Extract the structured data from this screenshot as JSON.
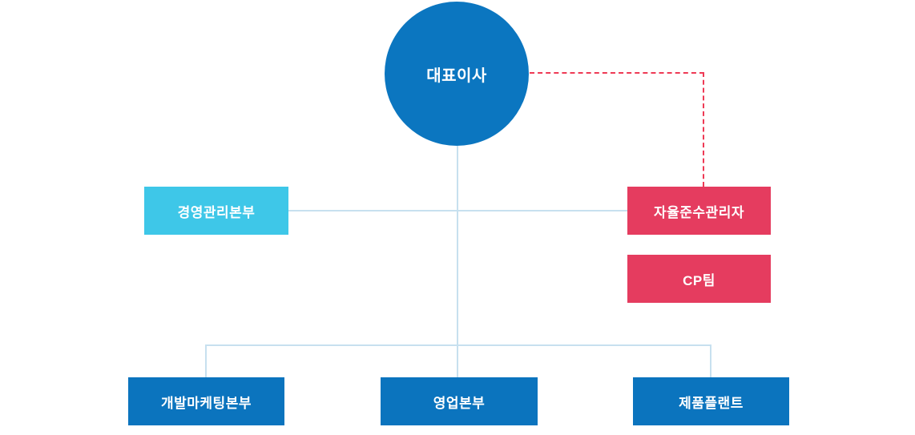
{
  "page": {
    "background": "#ffffff",
    "description": "Company organization chart"
  },
  "org_chart": {
    "root": {
      "label": "대표이사",
      "shape": "circle",
      "color": "#0b76c0"
    },
    "staff": [
      {
        "label": "경영관리본부",
        "color": "#3ec7e8"
      },
      {
        "label": "자율준수관리자",
        "color": "#e53c5f"
      },
      {
        "label": "CP팀",
        "color": "#e53c5f"
      }
    ],
    "divisions": [
      {
        "label": "개발마케팅본부",
        "color": "#0b74be"
      },
      {
        "label": "영업본부",
        "color": "#0b74be"
      },
      {
        "label": "제품플랜트",
        "color": "#0b74be"
      }
    ],
    "connections": {
      "solid_line_color": "#c7e0ef",
      "dashed_line_color": "#ee3a55",
      "dashed_link": "대표이사 → 자율준수관리자"
    }
  },
  "colors": {
    "node_blue": "#0b74be",
    "node_cyan": "#3ec7e8",
    "node_red": "#e53c5f",
    "connector_line": "#c7e0ef",
    "dashed_line_red": "#ee3a55",
    "label_text": "#ffffff"
  }
}
